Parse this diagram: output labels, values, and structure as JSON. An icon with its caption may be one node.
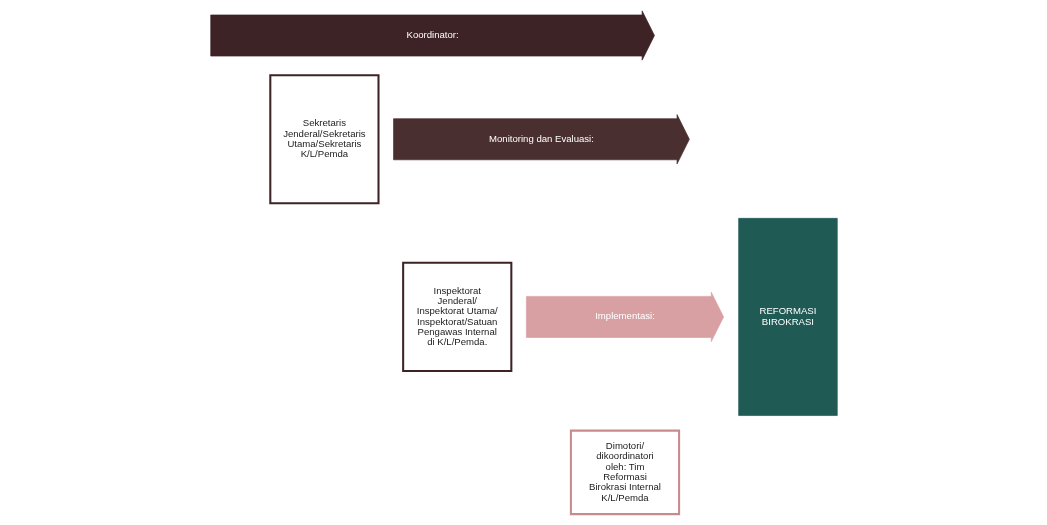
{
  "diagram": {
    "nodes": [
      {
        "text": [
          "Koordinator:"
        ]
      },
      {
        "text": [
          "Sekretaris Jenderal/Sekretaris Utama/Sekretaris K/L/Pemda"
        ]
      },
      {
        "text": [
          "Monitoring dan Evaluasi:"
        ]
      },
      {
        "text": [
          "Inspektorat Jenderal/ Inspektorat Utama/Inspektorat/Satuan Pengawas Internal di K/L/Pemda."
        ]
      },
      {
        "text": [
          "Implementasi:"
        ]
      },
      {
        "text": [
          "Dimotori/ dikoordinatori oleh: Tim Reformasi Birokrasi Internal K/L/Pemda"
        ]
      },
      {
        "text": [
          "REFORMASI BIROKRASI"
        ]
      }
    ]
  }
}
